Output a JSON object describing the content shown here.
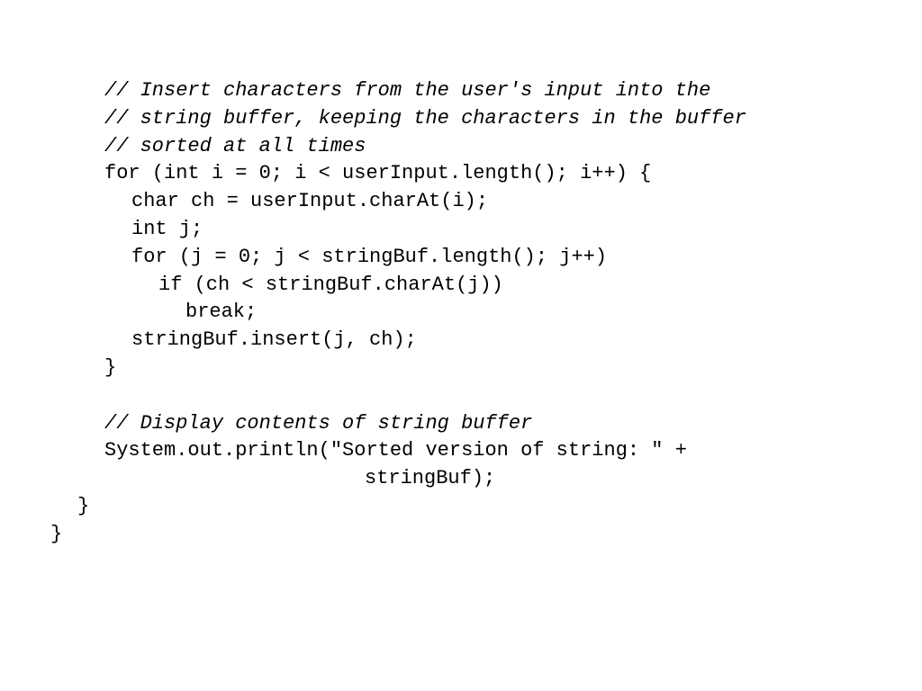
{
  "code": {
    "lines": [
      "// Insert characters from the user's input into the",
      "// string buffer, keeping the characters in the buffer",
      "// sorted at all times",
      "for (int i = 0; i < userInput.length(); i++) {",
      "char ch = userInput.charAt(i);",
      "int j;",
      "for (j = 0; j < stringBuf.length(); j++)",
      "if (ch < stringBuf.charAt(j))",
      "break;",
      "stringBuf.insert(j, ch);",
      "}",
      "",
      "// Display contents of string buffer",
      "System.out.println(\"Sorted version of string: \" +",
      "stringBuf);",
      "}",
      "}"
    ]
  }
}
